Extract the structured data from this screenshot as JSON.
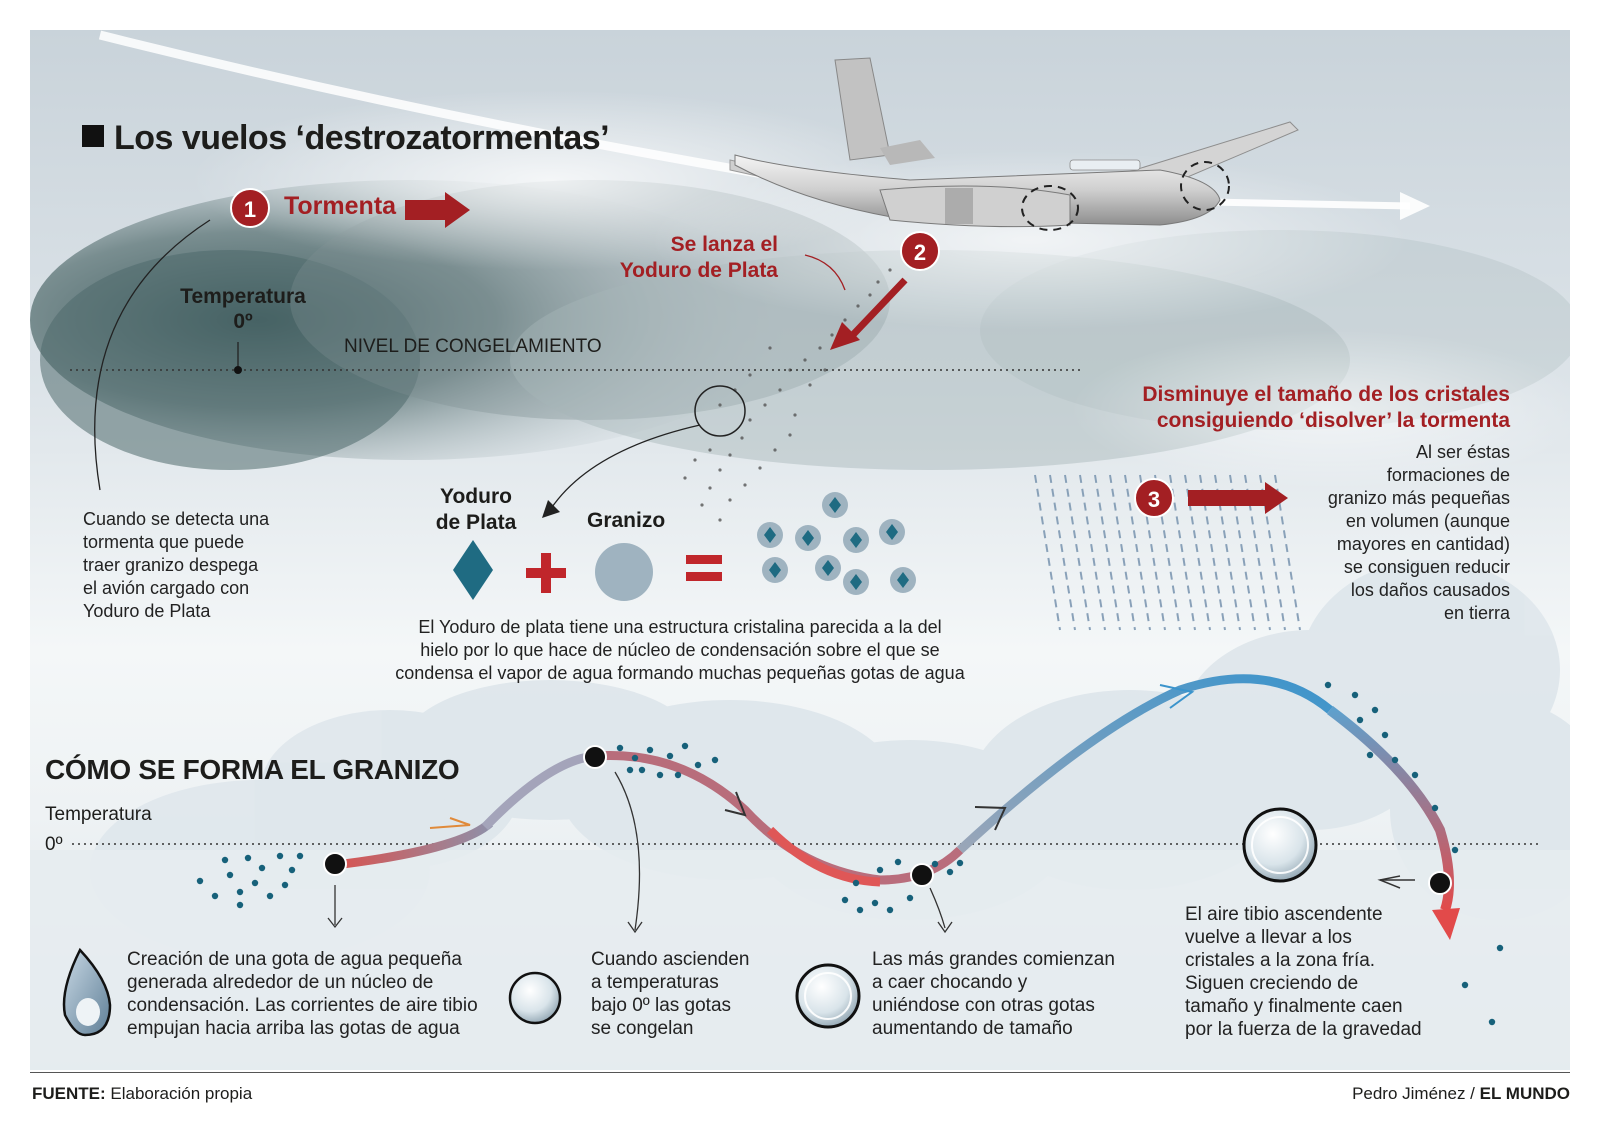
{
  "title": "Los vuelos ‘destrozatormentas’",
  "steps": {
    "step1": {
      "number": "1",
      "label": "Tormenta"
    },
    "step2": {
      "number": "2",
      "label": "Se lanza el\nYoduro de Plata"
    },
    "step3": {
      "number": "3",
      "heading": "Disminuye el tamaño de los cristales\nconsiguiendo ‘disolver’ la tormenta"
    }
  },
  "temperature_label": "Temperatura\n0º",
  "freezing_level": "NIVEL DE CONGELAMIENTO",
  "storm_detect_text": "Cuando se detecta una\ntormenta que puede\ntraer granizo despega\nel avión cargado con\nYoduro de Plata",
  "equation": {
    "silver_iodide": "Yoduro\nde Plata",
    "hail": "Granizo",
    "explanation": "El Yoduro de plata tiene una estructura cristalina parecida a la del\nhielo por lo que hace de núcleo de condensación sobre el que se\ncondensa el vapor de agua formando muchas pequeñas gotas de agua"
  },
  "step3_text": "Al ser éstas\nformaciones de\ngranizo más pequeñas\nen volumen (aunque\nmayores en cantidad)\nse consiguen reducir\nlos daños causados\nen tierra",
  "hail_section": {
    "heading": "CÓMO SE FORMA EL GRANIZO",
    "temp_label": "Temperatura",
    "zero_label": "0º",
    "captions": [
      "Creación de una gota de agua pequeña\ngenerada alrededor de un núcleo de\ncondensación. Las corrientes de aire tibio\nempujan hacia arriba las gotas de agua",
      "Cuando ascienden\na temperaturas\nbajo 0º las gotas\nse congelan",
      "Las más grandes comienzan\na caer chocando y\nuniéndose con otras gotas\naumentando de tamaño",
      "El aire tibio ascendente\nvuelve a llevar a los\ncristales a la zona fría.\nSiguen creciendo de\ntamaño y finalmente caen\npor la fuerza de la gravedad"
    ]
  },
  "footer": {
    "source_label": "FUENTE:",
    "source_text": "Elaboración propia",
    "author": "Pedro Jiménez /",
    "publication": "EL MUNDO"
  },
  "colors": {
    "accent_red": "#a31f23",
    "crystal_teal": "#1f6b82",
    "hail_gray": "#9fb3c0",
    "warm_arrow": "#e05555",
    "cold_arrow": "#3f8fc4"
  }
}
